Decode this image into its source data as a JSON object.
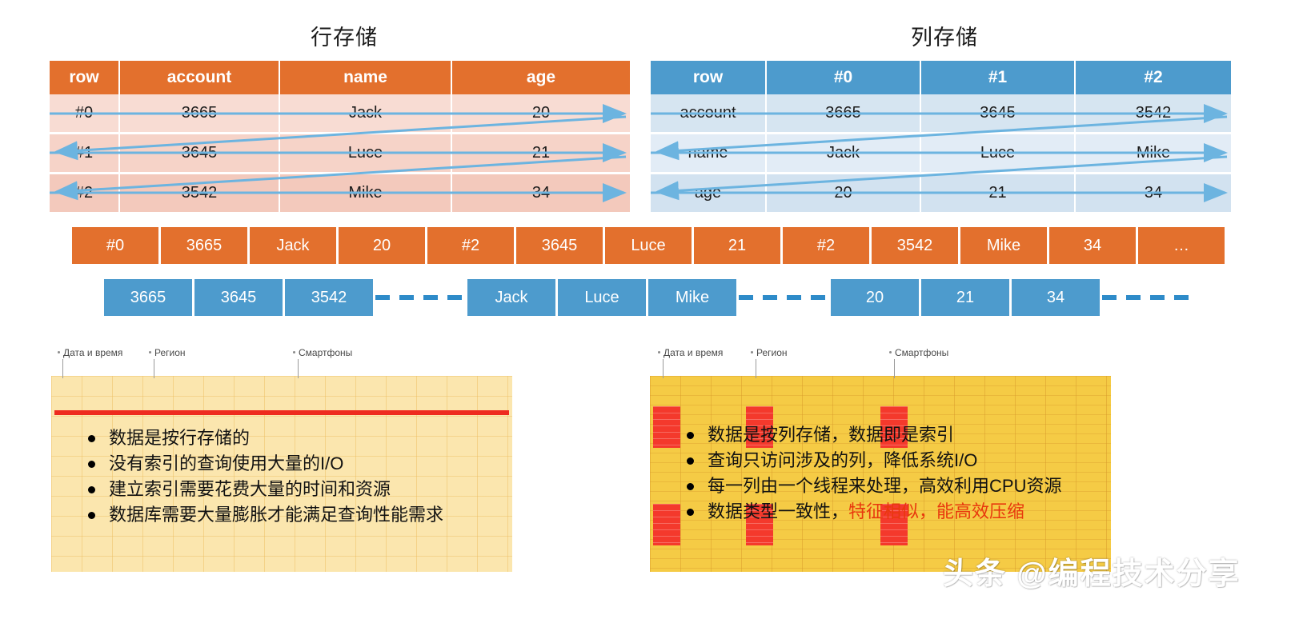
{
  "titles": {
    "row_storage": "行存储",
    "column_storage": "列存储"
  },
  "row_table": {
    "headers": [
      "row",
      "account",
      "name",
      "age"
    ],
    "rows": [
      [
        "#0",
        "3665",
        "Jack",
        "20"
      ],
      [
        "#1",
        "3645",
        "Luce",
        "21"
      ],
      [
        "#2",
        "3542",
        "Mike",
        "34"
      ]
    ]
  },
  "column_table": {
    "headers": [
      "row",
      "#0",
      "#1",
      "#2"
    ],
    "rows": [
      [
        "account",
        "3665",
        "3645",
        "3542"
      ],
      [
        "name",
        "Jack",
        "Luce",
        "Mike"
      ],
      [
        "age",
        "20",
        "21",
        "34"
      ]
    ]
  },
  "row_strip": {
    "cells": [
      "#0",
      "3665",
      "Jack",
      "20",
      "#2",
      "3645",
      "Luce",
      "21",
      "#2",
      "3542",
      "Mike",
      "34",
      "…"
    ]
  },
  "column_strip": {
    "groups": [
      {
        "cells": [
          "3665",
          "3645",
          "3542"
        ]
      },
      {
        "cells": [
          "Jack",
          "Luce",
          "Mike"
        ]
      },
      {
        "cells": [
          "20",
          "21",
          "34"
        ]
      }
    ]
  },
  "left_panel": {
    "leaders": [
      "Дата и время",
      "Регион",
      "Смартфоны"
    ],
    "bullets": [
      "数据是按行存储的",
      "没有索引的查询使用大量的I/O",
      "建立索引需要花费大量的时间和资源",
      "数据库需要大量膨胀才能满足查询性能需求"
    ]
  },
  "right_panel": {
    "leaders": [
      "Дата и время",
      "Регион",
      "Смартфоны"
    ],
    "bullets": [
      "数据是按列存储，数据即是索引",
      "查询只访问涉及的列，降低系统I/O",
      "每一列由一个线程来处理，高效利用CPU资源"
    ],
    "last_bullet_plain": "数据类型一致性，",
    "last_bullet_red": "特征相似，能高效压缩"
  },
  "watermark": "头条 @编程技术分享",
  "colors": {
    "orange": "#E3702D",
    "blue": "#4D9BCD",
    "arrow_blue": "#6CB4E0",
    "left_grid": "#FBE6AE",
    "right_grid": "#F5CB45",
    "red": "#F4392C",
    "highlight_red": "#E8380D"
  }
}
